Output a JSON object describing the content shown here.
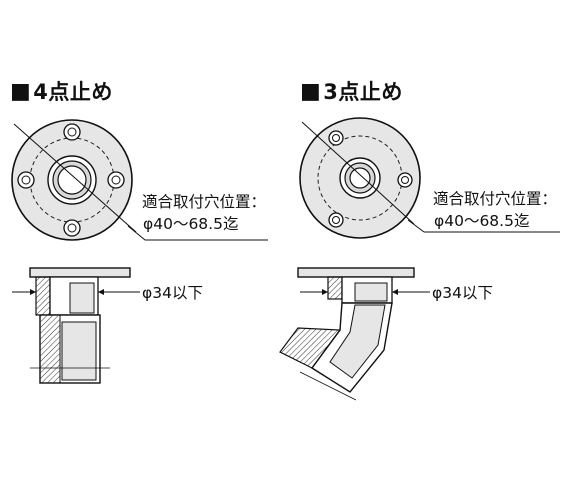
{
  "left": {
    "heading_marker": "■",
    "heading": "4点止め",
    "hole_label_line1": "適合取付穴位置：",
    "hole_label_line2": "φ40〜68.5迄",
    "pipe_label": "φ34以下"
  },
  "right": {
    "heading_marker": "■",
    "heading": "3点止め",
    "hole_label_line1": "適合取付穴位置：",
    "hole_label_line2": "φ40〜68.5迄",
    "pipe_label": "φ34以下"
  }
}
